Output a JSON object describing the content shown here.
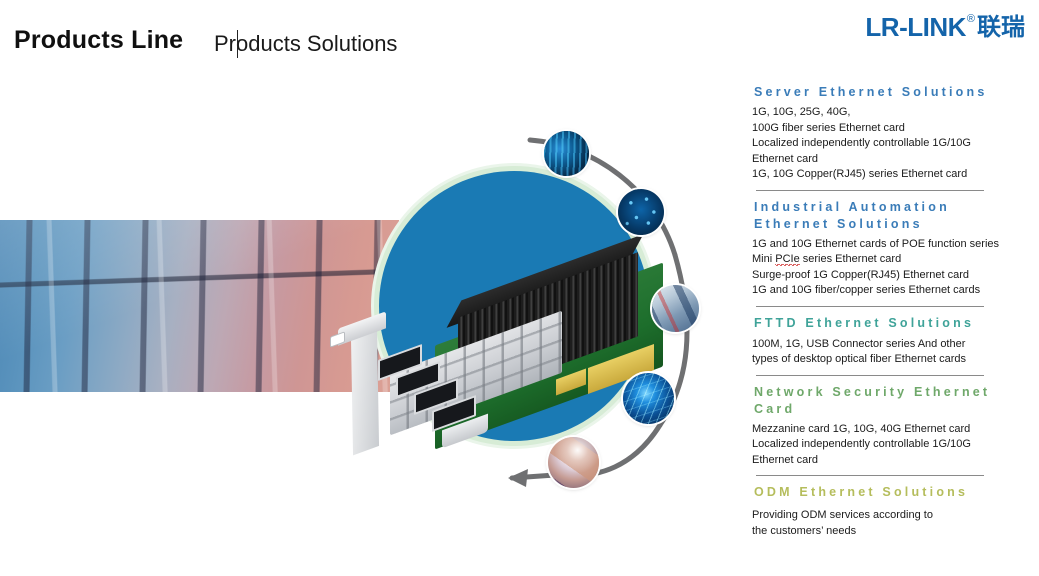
{
  "header": {
    "title": "Products Line",
    "subtitle": "Products Solutions"
  },
  "logo": {
    "text": "LR-LINK",
    "registered": "®",
    "chinese": "联瑞",
    "color": "#1464AA"
  },
  "center_graphic": {
    "circle_color": "#1a7ab4",
    "ring_color": "#d7ecd6",
    "product_alt": "quad-port SFP+ fiber network interface card",
    "bubbles": [
      {
        "name": "server-rack-bubble",
        "label": "server rack"
      },
      {
        "name": "circuit-network-bubble",
        "label": "network circuit"
      },
      {
        "name": "industrial-automation-bubble",
        "label": "industrial automation"
      },
      {
        "name": "data-technology-bubble",
        "label": "data technology"
      },
      {
        "name": "handshake-bubble",
        "label": "handshake"
      }
    ]
  },
  "left_photo": {
    "name": "glass-building-photo",
    "label": "glass curtain wall building facade"
  },
  "solutions": [
    {
      "id": "server-ethernet-solutions",
      "heading": "Server  Ethernet  Solutions",
      "color_class": "c-blue",
      "color": "#3A7CB8",
      "lines": [
        "1G, 10G,  25G,  40G,",
        "100G  fiber  series  Ethernet  card",
        "Localized independently controllable 1G/10G",
        "Ethernet card",
        "1G, 10G  Copper(RJ45)  series  Ethernet  card"
      ],
      "divider_after": true
    },
    {
      "id": "industrial-automation-ethernet-solutions",
      "heading": "Industrial  Automation",
      "heading2": "Ethernet  Solutions",
      "color_class": "c-blue",
      "color": "#3A7CB8",
      "lines": [
        "1G and 10G Ethernet cards of POE function series",
        "Mini PCIe series Ethernet card",
        "Surge-proof  1G Copper(RJ45)  Ethernet card",
        "1G and 10G fiber/copper series Ethernet cards"
      ],
      "spellcheck_word": "PCIe",
      "divider_after": true
    },
    {
      "id": "fttd-ethernet-solutions",
      "heading": "FTTD  Ethernet  Solutions",
      "color_class": "c-teal",
      "color": "#3FA399",
      "lines": [
        "100M,  1G,  USB  Connector series And other",
        "types of  desktop optical fiber Ethernet cards"
      ],
      "divider_after": true
    },
    {
      "id": "network-security-ethernet-card",
      "heading": "Network  Security  Ethernet",
      "heading2": "Card",
      "color_class": "c-green",
      "color": "#6FA86A",
      "lines": [
        "Mezzanine card 1G,  10G,  40G Ethernet card",
        "Localized independently controllable 1G/10G",
        "Ethernet card"
      ],
      "divider_after": true
    },
    {
      "id": "odm-ethernet-solutions",
      "heading": "ODM  Ethernet  Solutions",
      "color_class": "c-olive",
      "color": "#B5BD5C",
      "lines": [
        "Providing ODM services according to",
        "the customers’  needs"
      ],
      "divider_after": false
    }
  ]
}
